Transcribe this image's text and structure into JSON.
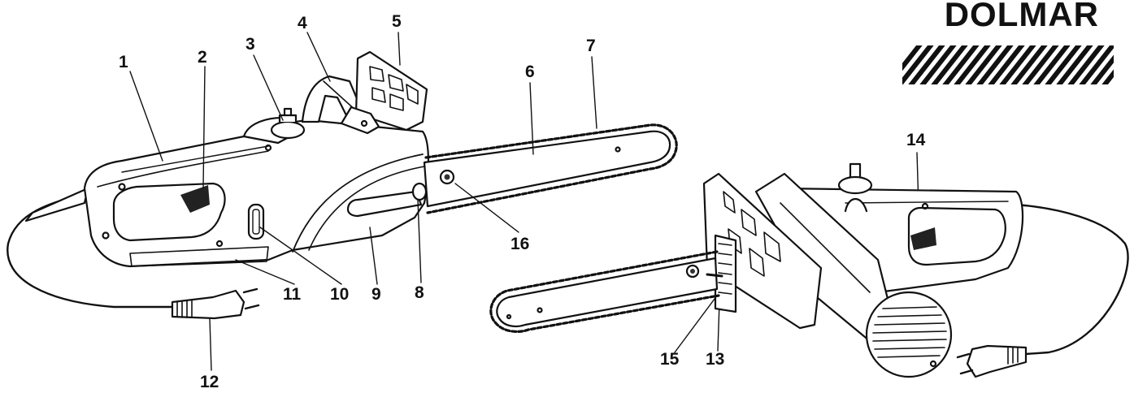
{
  "brand": {
    "name": "DOLMAR",
    "color": "#111111"
  },
  "callouts": [
    {
      "id": "c1",
      "text": "1"
    },
    {
      "id": "c2",
      "text": "2"
    },
    {
      "id": "c3",
      "text": "3"
    },
    {
      "id": "c4",
      "text": "4"
    },
    {
      "id": "c5",
      "text": "5"
    },
    {
      "id": "c6",
      "text": "6"
    },
    {
      "id": "c7",
      "text": "7"
    },
    {
      "id": "c8",
      "text": "8"
    },
    {
      "id": "c9",
      "text": "9"
    },
    {
      "id": "c10",
      "text": "10"
    },
    {
      "id": "c11",
      "text": "11"
    },
    {
      "id": "c12",
      "text": "12"
    },
    {
      "id": "c13",
      "text": "13"
    },
    {
      "id": "c14",
      "text": "14"
    },
    {
      "id": "c15",
      "text": "15"
    },
    {
      "id": "c16",
      "text": "16"
    }
  ],
  "colors": {
    "line": "#111111",
    "fill": "#ffffff",
    "shade": "#d9d9d9"
  }
}
